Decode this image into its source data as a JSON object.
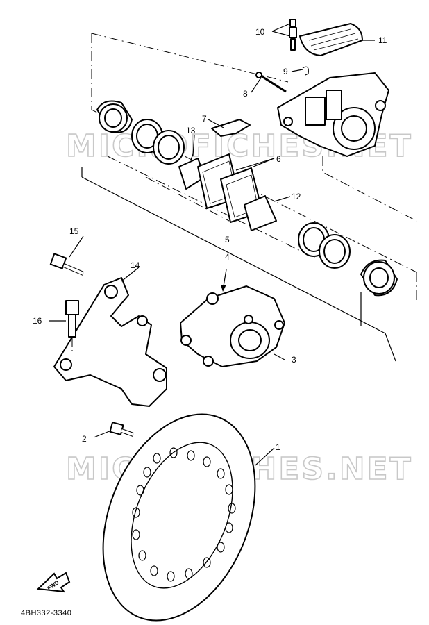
{
  "watermarks": [
    "MICROFICHES.NET",
    "MICROFICHES.NET"
  ],
  "diagram_code": "4BH332-3340",
  "fwd_label": "FWD",
  "callouts": {
    "c1": "1",
    "c2": "2",
    "c3": "3",
    "c4": "4",
    "c5": "5",
    "c6": "6",
    "c7": "7",
    "c8": "8",
    "c9": "9",
    "c10": "10",
    "c11": "11",
    "c12": "12",
    "c13": "13",
    "c14": "14",
    "c15": "15",
    "c16": "16"
  }
}
